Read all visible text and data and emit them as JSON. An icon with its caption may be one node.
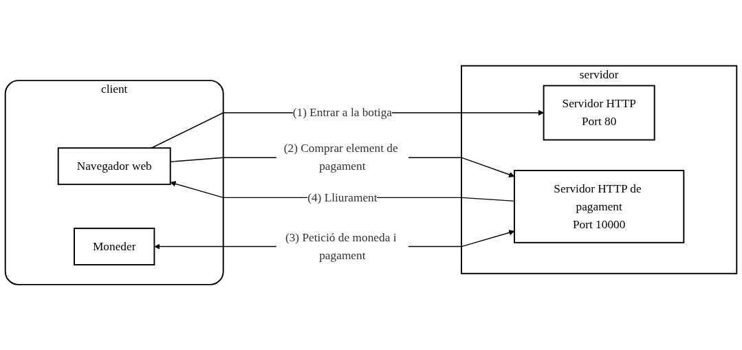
{
  "diagram": {
    "nodes": [
      {
        "text": [
          "client"
        ]
      },
      {
        "text": [
          "Navegador web"
        ],
        "in": 0
      },
      {
        "text": [
          "Moneder"
        ],
        "in": 0
      },
      {
        "text": [
          "servidor"
        ]
      },
      {
        "text": [
          "Servidor HTTP",
          "Port 80"
        ],
        "in": 3
      },
      {
        "text": [
          "Servidor HTTP de pagament",
          "Port 10000"
        ],
        "in": 3
      }
    ],
    "edges": [
      {
        "from": 1,
        "to": 4,
        "arrow": "to",
        "label": "(1) Entrar a la botiga"
      },
      {
        "from": 1,
        "to": 5,
        "arrow": "to",
        "label": "(2) Comprar element de pagament"
      },
      {
        "from": 2,
        "to": 5,
        "arrow": "both",
        "label": "(3) Petició de moneda i pagament"
      },
      {
        "from": 5,
        "to": 1,
        "arrow": "to",
        "label": "(4) Lliurament"
      }
    ]
  }
}
